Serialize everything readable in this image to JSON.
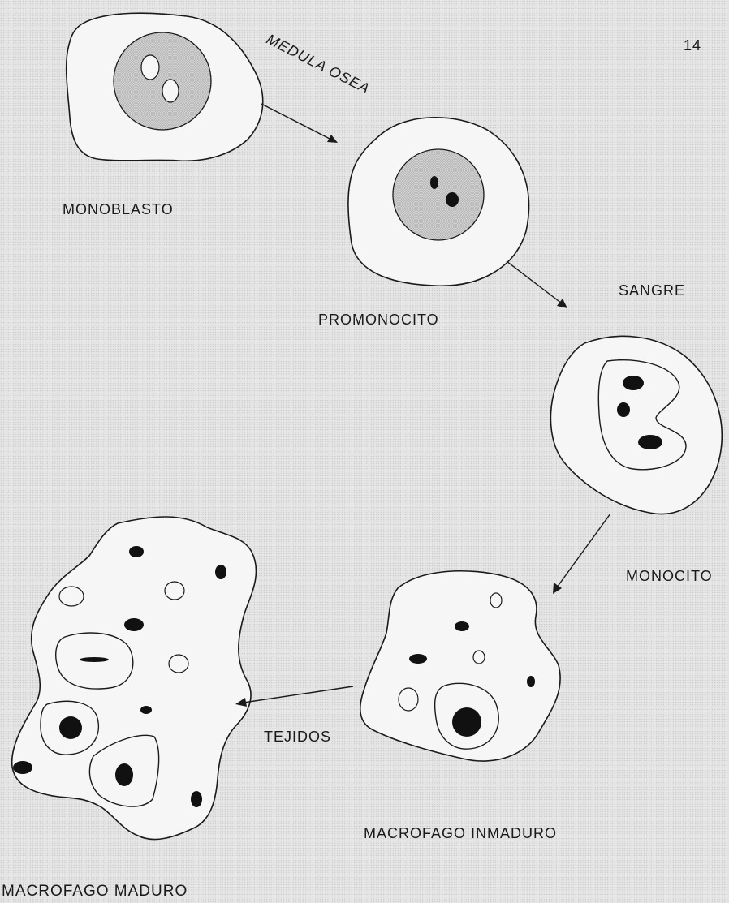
{
  "page_number": "14",
  "regions": {
    "bone_marrow": "MEDULA OSEA",
    "blood": "SANGRE",
    "tissues": "TEJIDOS"
  },
  "cells": {
    "monoblast": "MONOBLASTO",
    "promonocyte": "PROMONOCITO",
    "monocyte": "MONOCITO",
    "immature_macrophage": "MACROFAGO INMADURO",
    "mature_macrophage": "MACROFAGO MADURO"
  }
}
